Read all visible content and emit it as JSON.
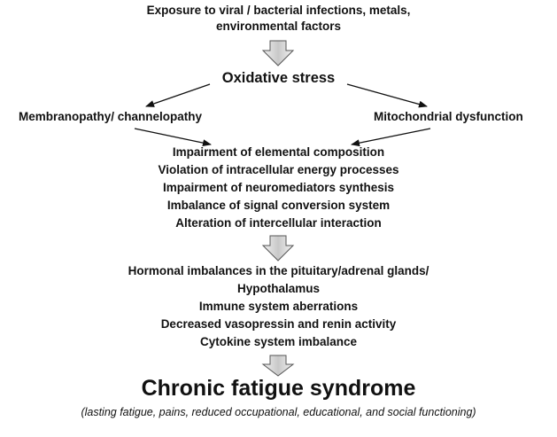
{
  "exposure": {
    "line1": "Exposure to viral / bacterial infections, metals,",
    "line2": "environmental factors"
  },
  "oxidative_stress": "Oxidative stress",
  "membranopathy": "Membranopathy/ channelopathy",
  "mitochondrial": "Mitochondrial dysfunction",
  "impairments": [
    "Impairment of elemental composition",
    "Violation of intracellular energy processes",
    "Impairment of  neuromediators synthesis",
    "Imbalance of signal conversion system",
    "Alteration of intercellular interaction"
  ],
  "hormonal": [
    "Hormonal imbalances in the pituitary/adrenal glands/",
    "Hypothalamus",
    "Immune system aberrations",
    "Decreased vasopressin and renin activity",
    "Cytokine system imbalance"
  ],
  "outcome": {
    "title": "Chronic fatigue syndrome",
    "description": "(lasting fatigue, pains, reduced occupational, educational, and social functioning)"
  }
}
